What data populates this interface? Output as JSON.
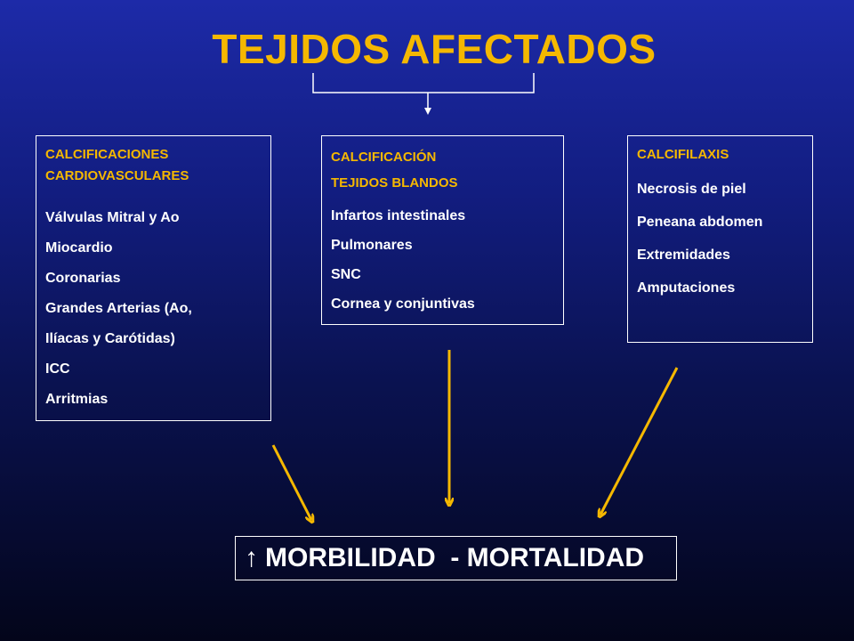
{
  "title": "TEJIDOS AFECTADOS",
  "boxes": [
    {
      "heading": [
        "CALCIFICACIONES",
        "CARDIOVASCULARES"
      ],
      "items": [
        "Válvulas Mitral y Ao",
        "Miocardio",
        "Coronarias",
        "Grandes Arterias (Ao,",
        "Ilíacas y Carótidas)",
        "ICC",
        "Arritmias"
      ]
    },
    {
      "heading": [
        "CALCIFICACIÓN",
        "TEJIDOS BLANDOS"
      ],
      "items": [
        "Infartos intestinales",
        "Pulmonares",
        "SNC",
        "Cornea y conjuntivas"
      ]
    },
    {
      "heading": [
        "CALCIFILAXIS"
      ],
      "items": [
        "Necrosis de piel",
        "Peneana abdomen",
        "Extremidades",
        "Amputaciones"
      ]
    }
  ],
  "result": {
    "symbol": "↑",
    "label": "MORBILIDAD  - MORTALIDAD"
  },
  "colors": {
    "heading": "#f5b800",
    "arrow": "#f5b800",
    "text": "#ffffff"
  }
}
